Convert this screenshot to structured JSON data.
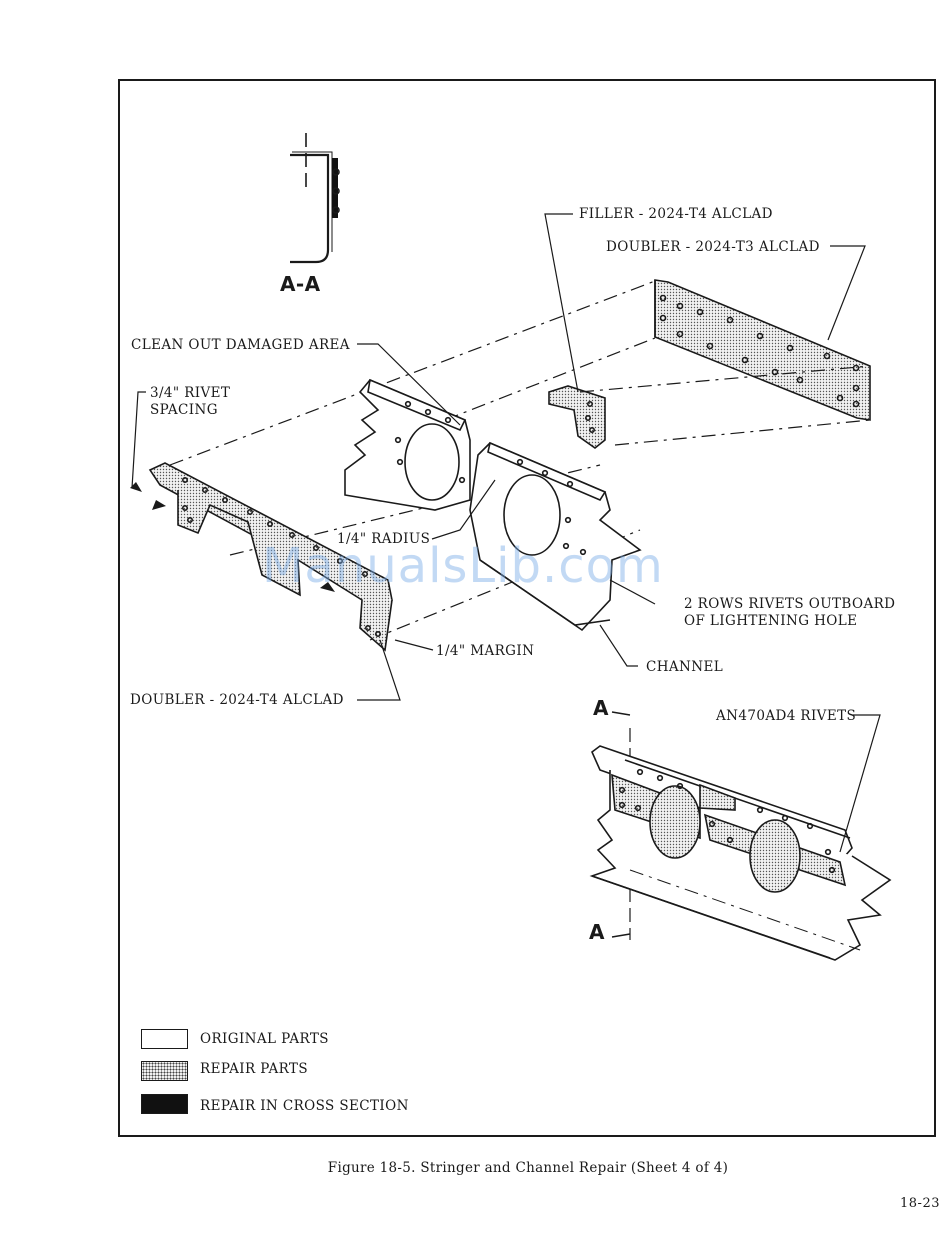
{
  "figure": {
    "section_label": "A-A",
    "callouts": {
      "filler": "FILLER - 2024-T4 ALCLAD",
      "doubler_t3": "DOUBLER - 2024-T3 ALCLAD",
      "clean_out": "CLEAN OUT DAMAGED AREA",
      "rivet_spacing_1": "3/4\" RIVET",
      "rivet_spacing_2": "SPACING",
      "radius": "1/4\" RADIUS",
      "two_rows_1": "2 ROWS RIVETS OUTBOARD",
      "two_rows_2": "OF LIGHTENING HOLE",
      "margin": "1/4\" MARGIN",
      "channel": "CHANNEL",
      "doubler_t4": "DOUBLER - 2024-T4 ALCLAD",
      "rivets": "AN470AD4 RIVETS",
      "section_arrow_top": "A",
      "section_arrow_bottom": "A"
    },
    "legend": [
      {
        "label": "ORIGINAL PARTS"
      },
      {
        "label": "REPAIR PARTS"
      },
      {
        "label": "REPAIR IN CROSS SECTION"
      }
    ],
    "watermark": "ManualsLib.com"
  },
  "caption": "Figure 18-5.  Stringer and Channel Repair (Sheet 4 of 4)",
  "page_number": "18-23"
}
